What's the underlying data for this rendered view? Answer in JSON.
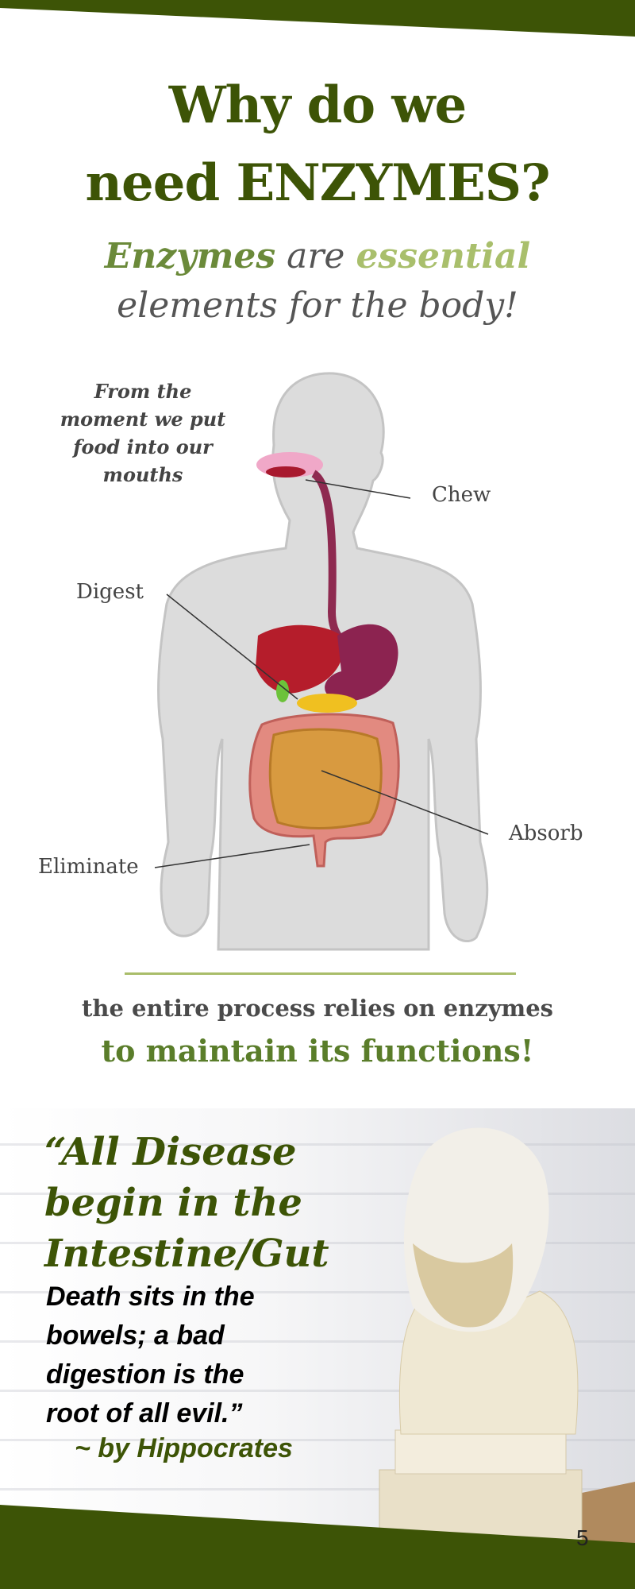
{
  "title": {
    "line1": "Why do we",
    "line2": "need ENZYMES?"
  },
  "subtitle": {
    "word1": "Enzymes",
    "word2": " are ",
    "word3": "essential",
    "line2": "elements for the body!"
  },
  "intro": "From the moment we put food into our mouths",
  "labels": {
    "chew": "Chew",
    "digest": "Digest",
    "absorb": "Absorb",
    "eliminate": "Eliminate"
  },
  "process": {
    "line1": "the entire process relies on enzymes",
    "line2": "to maintain its functions!"
  },
  "quote": {
    "headline": [
      "“All Disease",
      "begin in the",
      "Intestine/Gut"
    ],
    "body": [
      "Death sits in the",
      "bowels; a bad",
      "digestion is the",
      "root of all evil.”"
    ],
    "author": "~ by Hippocrates"
  },
  "page_number": "5",
  "colors": {
    "dark_green": "#3d5406",
    "mid_green": "#6b8a3a",
    "light_green": "#a9bf6c"
  }
}
